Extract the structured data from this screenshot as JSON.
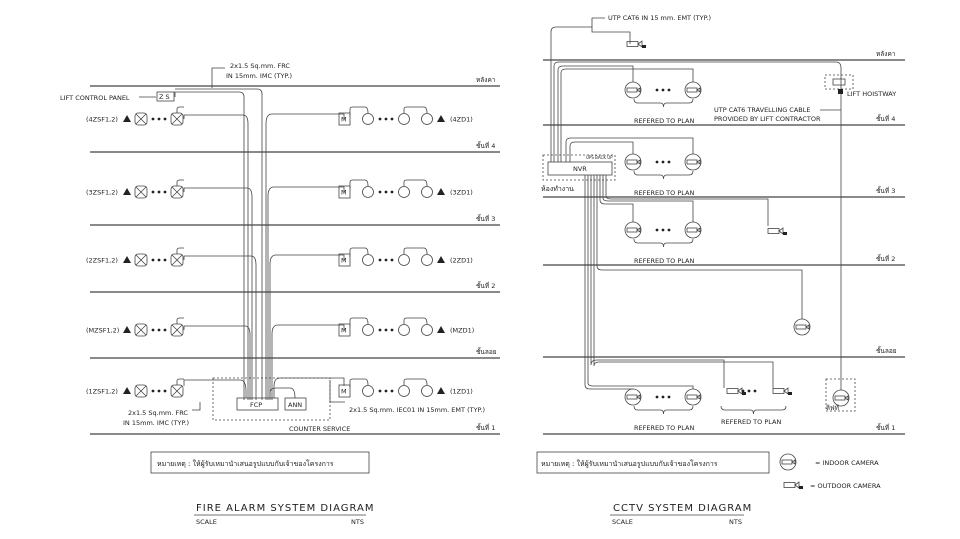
{
  "fire_alarm": {
    "title": "FIRE ALARM SYSTEM DIAGRAM",
    "scale_label": "SCALE",
    "scale_value": "NTS",
    "cable_top": [
      "2x1.5 Sq.mm. FRC",
      "IN 15mm. IMC (TYP.)"
    ],
    "cable_bottom_left": [
      "2x1.5 Sq.mm. FRC",
      "IN 15mm. IMC (TYP.)"
    ],
    "cable_bottom_right": "2x1.5 Sq.mm. IEC01 IN 15mm. EMT (TYP.)",
    "lift_control_panel": "LIFT CONTROL PANEL",
    "fcp": "FCP",
    "ann": "ANN",
    "counter_service": "COUNTER SERVICE",
    "note": "หมายเหตุ : ให้ผู้รับเหมานำเสนอรูปแบบกับเจ้าของโครงการ",
    "floors": [
      "หลังคา",
      "ชั้นที่ 4",
      "ชั้นที่ 3",
      "ชั้นที่ 2",
      "ชั้นลอย",
      "ชั้นที่ 1"
    ],
    "rows": [
      {
        "left": "(4ZSF1,2)",
        "right": "(4ZD1)"
      },
      {
        "left": "(3ZSF1,2)",
        "right": "(3ZD1)"
      },
      {
        "left": "(2ZSF1,2)",
        "right": "(2ZD1)"
      },
      {
        "left": "(MZSF1,2)",
        "right": "(MZD1)"
      },
      {
        "left": "(1ZSF1,2)",
        "right": "(1ZD1)"
      }
    ]
  },
  "cctv": {
    "title": "CCTV SYSTEM DIAGRAM",
    "scale_label": "SCALE",
    "scale_value": "NTS",
    "cable_top": "UTP CAT6 IN 15 mm. EMT (TYP.)",
    "travelling_cable": [
      "UTP CAT6 TRAVELLING CABLE",
      "PROVIDED BY LIFT CONTRACTOR"
    ],
    "lift_hoistway": "LIFT HOISTWAY",
    "nvr": "NVR",
    "ups": "UPS BACK UP",
    "room": "ห้องทำงาน",
    "lift": "ลิฟท์",
    "refered": "REFERED TO PLAN",
    "note": "หมายเหตุ : ให้ผู้รับเหมานำเสนอรูปแบบกับเจ้าของโครงการ",
    "floors": [
      "หลังคา",
      "ชั้นที่ 4",
      "ชั้นที่ 3",
      "ชั้นที่ 2",
      "ชั้นลอย",
      "ชั้นที่ 1"
    ],
    "legend": {
      "indoor": "= INDOOR CAMERA",
      "outdoor": "= OUTDOOR CAMERA"
    }
  }
}
